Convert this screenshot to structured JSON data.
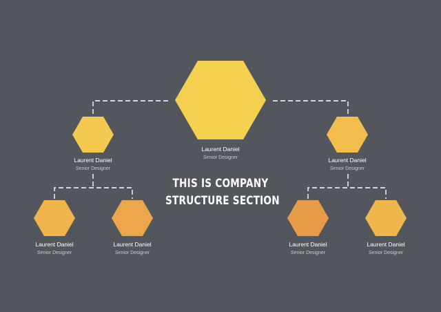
{
  "title": {
    "line1": "THIS IS COMPANY",
    "line2": "STRUCTURE SECTION"
  },
  "colors": {
    "background": "#53565c",
    "connector": "#ffffff"
  },
  "nodes": [
    {
      "id": "root",
      "name": "Laurent Daniel",
      "role": "Senior Designer",
      "color": "#f3d04f"
    },
    {
      "id": "left",
      "name": "Laurent Daniel",
      "role": "Senior Designer",
      "color": "#f4c94f"
    },
    {
      "id": "right",
      "name": "Laurent Daniel",
      "role": "Senior Designer",
      "color": "#f1bd4d"
    },
    {
      "id": "left-left",
      "name": "Laurent Daniel",
      "role": "Senior Designer",
      "color": "#efb44c"
    },
    {
      "id": "left-right",
      "name": "Laurent Daniel",
      "role": "Senior Designer",
      "color": "#eba74a"
    },
    {
      "id": "right-left",
      "name": "Laurent Daniel",
      "role": "Senior Designer",
      "color": "#e79b48"
    },
    {
      "id": "right-right",
      "name": "Laurent Daniel",
      "role": "Senior Designer",
      "color": "#efb64c"
    }
  ],
  "edges": [
    {
      "from": "root",
      "to": "left"
    },
    {
      "from": "root",
      "to": "right"
    },
    {
      "from": "left",
      "to": "left-left"
    },
    {
      "from": "left",
      "to": "left-right"
    },
    {
      "from": "right",
      "to": "right-left"
    },
    {
      "from": "right",
      "to": "right-right"
    }
  ]
}
